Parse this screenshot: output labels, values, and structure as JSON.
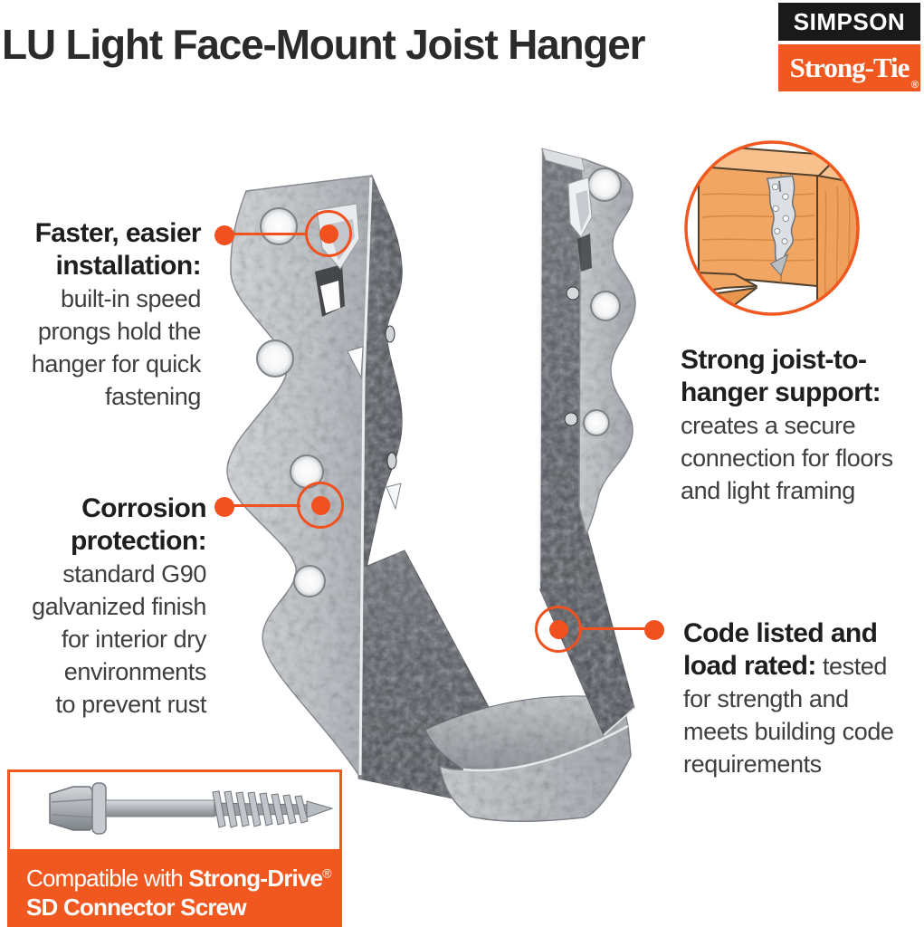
{
  "page": {
    "title": "LU Light Face-Mount Joist Hanger"
  },
  "brand": {
    "name_top": "SIMPSON",
    "name_bottom": "Strong-Tie",
    "registered_mark": "®"
  },
  "callouts": {
    "installation": {
      "heading_lines": [
        "Faster, easier",
        "installation:"
      ],
      "body_lines": [
        "built-in speed",
        "prongs hold the",
        "hanger for quick",
        "fastening"
      ]
    },
    "corrosion": {
      "heading_lines": [
        "Corrosion",
        "protection:"
      ],
      "body_lines": [
        "standard G90",
        "galvanized finish",
        "for interior dry",
        "environments",
        "to prevent rust"
      ]
    },
    "joist_support": {
      "heading_lines": [
        "Strong joist-to-",
        "hanger support:"
      ],
      "body_lines": [
        "creates a secure",
        "connection for floors",
        "and light framing"
      ]
    },
    "code_listed": {
      "heading_lines": [
        "Code listed and"
      ],
      "heading_inline": "load rated:",
      "body_inline": "tested",
      "body_lines": [
        "for strength and",
        "meets building code",
        "requirements"
      ]
    }
  },
  "banner": {
    "prefix": "Compatible with ",
    "brand_bold": "Strong-Drive",
    "registered_mark": "®",
    "line2": "SD Connector Screw"
  },
  "product": {
    "main_image": "galvanized LU face-mount joist hanger photo",
    "inset_image": "joist hanger installed on wood framing illustration",
    "screw_image": "Strong-Drive SD connector screw photo"
  },
  "colors": {
    "accent_orange": "#F0511F",
    "brand_orange": "#F0581F",
    "logo_black": "#1A1A1A",
    "title_text": "#2B2B2B",
    "heading_text": "#1E1E1E",
    "body_text": "#3E3E3E",
    "banner_text": "#FFFFFF",
    "metal_light": "#C9CCD0",
    "metal_dark": "#55585D",
    "wood": "#F2A663"
  }
}
